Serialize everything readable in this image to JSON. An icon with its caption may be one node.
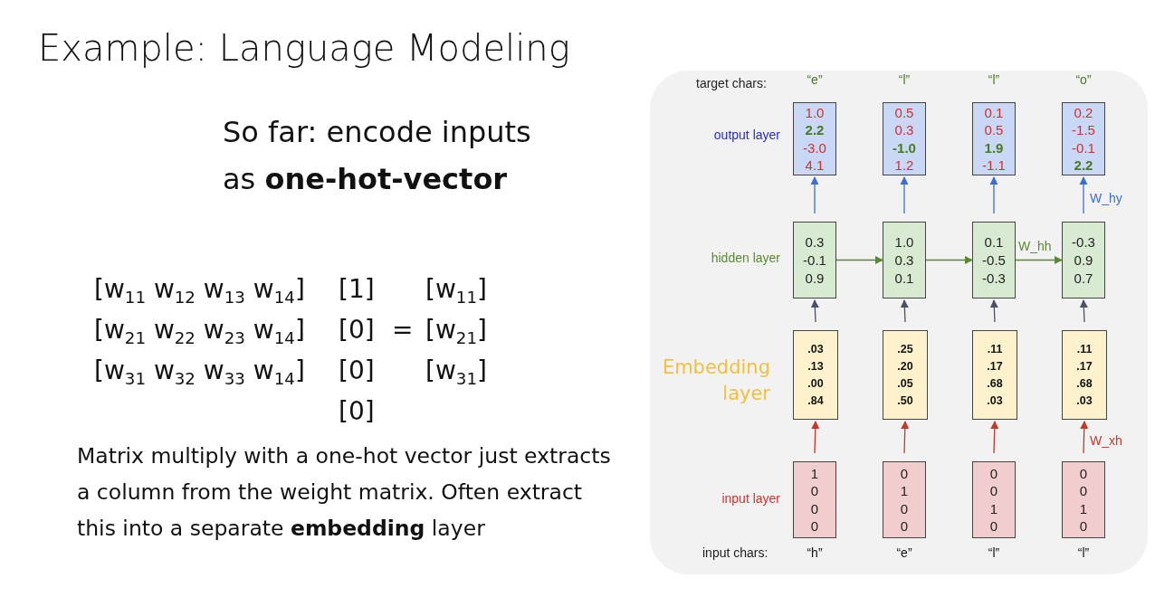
{
  "diagram": {
    "title": "Example: Language Modeling",
    "nodes": [
      {
        "text": [
          "1.0",
          "**2.2**",
          "-3.0",
          "4.1"
        ],
        "beside": [
          "“e”"
        ]
      },
      {
        "text": [
          "0.5",
          "0.3",
          "**-1.0**",
          "1.2"
        ],
        "beside": [
          "“l”"
        ]
      },
      {
        "text": [
          "0.1",
          "0.5",
          "**1.9**",
          "-1.1"
        ],
        "beside": [
          "“l”"
        ]
      },
      {
        "text": [
          "0.2",
          "-1.5",
          "-0.1",
          "**2.2**"
        ],
        "beside": [
          "“o”"
        ]
      },
      {
        "text": [
          "0.3",
          "-0.1",
          "0.9"
        ]
      },
      {
        "text": [
          "1.0",
          "0.3",
          "0.1"
        ]
      },
      {
        "text": [
          "0.1",
          "-0.5",
          "-0.3"
        ]
      },
      {
        "text": [
          "-0.3",
          "0.9",
          "0.7"
        ]
      },
      {
        "text": [
          ".03",
          ".13",
          ".00",
          ".84"
        ]
      },
      {
        "text": [
          ".25",
          ".20",
          ".05",
          ".50"
        ]
      },
      {
        "text": [
          ".11",
          ".17",
          ".68",
          ".03"
        ]
      },
      {
        "text": [
          ".11",
          ".17",
          ".68",
          ".03"
        ]
      },
      {
        "text": [
          "1",
          "0",
          "0",
          "0"
        ],
        "beside": [
          "“h”"
        ]
      },
      {
        "text": [
          "0",
          "1",
          "0",
          "0"
        ],
        "beside": [
          "“e”"
        ]
      },
      {
        "text": [
          "0",
          "0",
          "1",
          "0"
        ],
        "beside": [
          "“l”"
        ]
      },
      {
        "text": [
          "0",
          "0",
          "1",
          "0"
        ],
        "beside": [
          "“l”"
        ]
      }
    ],
    "edges": [
      {
        "from": 12,
        "to": 8,
        "arrow": "to",
        "color": "#c0392b"
      },
      {
        "from": 13,
        "to": 9,
        "arrow": "to",
        "color": "#c0392b"
      },
      {
        "from": 14,
        "to": 10,
        "arrow": "to",
        "color": "#c0392b"
      },
      {
        "from": 15,
        "to": 11,
        "arrow": "to",
        "color": "#c0392b",
        "label": "W_xh"
      },
      {
        "from": 8,
        "to": 4,
        "arrow": "to",
        "color": "#4a5068"
      },
      {
        "from": 9,
        "to": 5,
        "arrow": "to",
        "color": "#4a5068"
      },
      {
        "from": 10,
        "to": 6,
        "arrow": "to",
        "color": "#4a5068"
      },
      {
        "from": 11,
        "to": 7,
        "arrow": "to",
        "color": "#4a5068"
      },
      {
        "from": 4,
        "to": 5,
        "arrow": "to",
        "color": "#5a8a2e"
      },
      {
        "from": 5,
        "to": 6,
        "arrow": "to",
        "color": "#5a8a2e"
      },
      {
        "from": 6,
        "to": 7,
        "arrow": "to",
        "color": "#5a8a2e",
        "label": "W_hh"
      },
      {
        "from": 4,
        "to": 0,
        "arrow": "to",
        "color": "#3a6fd0"
      },
      {
        "from": 5,
        "to": 1,
        "arrow": "to",
        "color": "#3a6fd0"
      },
      {
        "from": 6,
        "to": 2,
        "arrow": "to",
        "color": "#3a6fd0"
      },
      {
        "from": 7,
        "to": 3,
        "arrow": "to",
        "color": "#3a6fd0",
        "label": "W_hy"
      }
    ],
    "labels": [
      "So far: encode inputs as **one-hot-vector**",
      "[w$_{11}$ w$_{12}$ w$_{13}$ w$_{14}$]",
      "[1]",
      "[w$_{11}$]",
      "[w$_{21}$ w$_{22}$ w$_{23}$ w$_{14}$]",
      "[0]",
      "=",
      "[w$_{21}$]",
      "[w$_{31}$ w$_{32}$ w$_{33}$ w$_{14}$]",
      "[0]",
      "[w$_{31}$]",
      "[0]",
      "Matrix multiply with a one-hot vector just extracts a column from the weight matrix. Often extract this into a separate **embedding** layer",
      "target chars:",
      "output layer",
      "hidden layer",
      "Embedding layer",
      "input layer",
      "input chars:"
    ]
  }
}
